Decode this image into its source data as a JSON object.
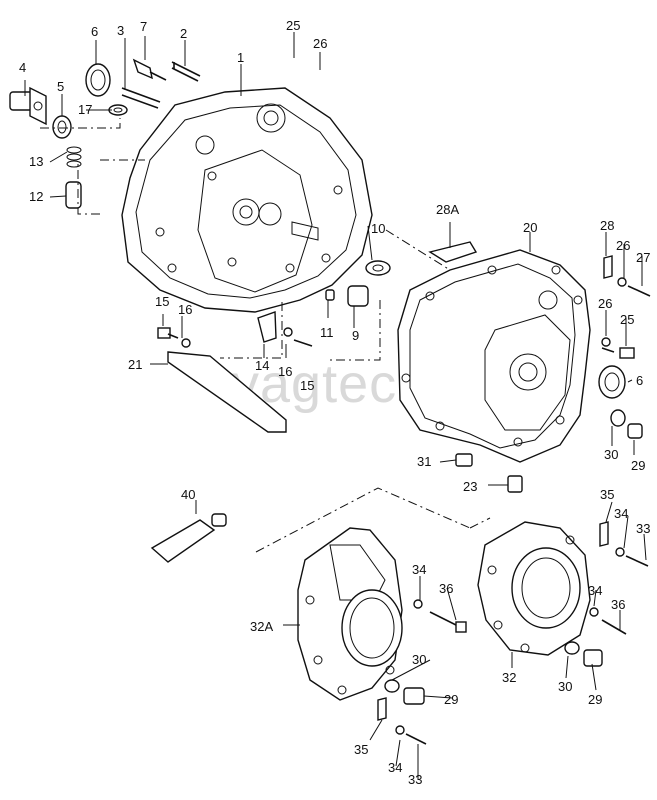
{
  "watermark": "vagtec.ru",
  "labels": {
    "l1": "1",
    "l2": "2",
    "l3": "3",
    "l4": "4",
    "l5": "5",
    "l6a": "6",
    "l6b": "6",
    "l7": "7",
    "l9": "9",
    "l10": "10",
    "l11": "11",
    "l12": "12",
    "l13": "13",
    "l14": "14",
    "l15a": "15",
    "l15b": "15",
    "l16a": "16",
    "l16b": "16",
    "l17": "17",
    "l20": "20",
    "l21": "21",
    "l23": "23",
    "l25a": "25",
    "l25b": "25",
    "l26a": "26",
    "l26b": "26",
    "l26c": "26",
    "l27": "27",
    "l28": "28",
    "l28A": "28A",
    "l29a": "29",
    "l29b": "29",
    "l29c": "29",
    "l30a": "30",
    "l30b": "30",
    "l30c": "30",
    "l31": "31",
    "l32": "32",
    "l32A": "32A",
    "l33a": "33",
    "l33b": "33",
    "l34a": "34",
    "l34b": "34",
    "l34c": "34",
    "l34d": "34",
    "l35a": "35",
    "l35b": "35",
    "l36a": "36",
    "l36b": "36",
    "l40": "40"
  },
  "icons": {
    "gearbox_housing": "gearbox-housing-icon",
    "gearbox_case": "gearbox-case-icon",
    "cover": "housing-cover-icon",
    "bolt": "bolt-icon",
    "seal": "seal-ring-icon",
    "sealant_tube": "sealant-tube-icon"
  }
}
